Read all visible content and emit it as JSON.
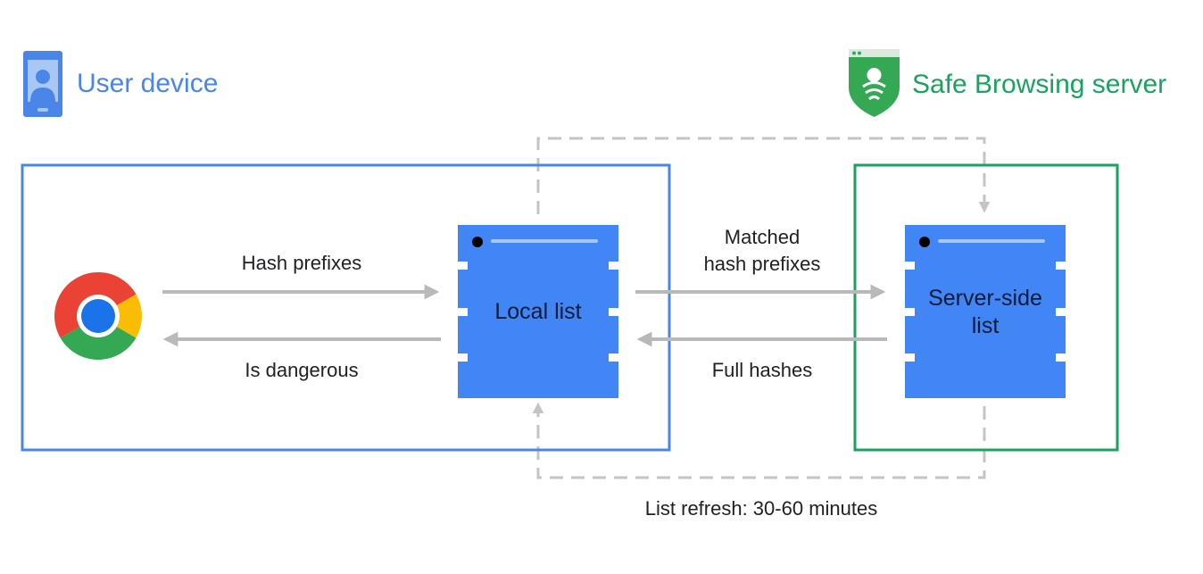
{
  "colors": {
    "device_blue": "#4a86e8",
    "server_green": "#1aa260",
    "list_blue": "#4285f4",
    "arrow_gray": "#b9b9b9",
    "dashed_gray": "#c4c4c4"
  },
  "headers": {
    "user_device": "User device",
    "safe_browsing_server": "Safe Browsing server"
  },
  "icons": {
    "device": "phone-user-icon",
    "server": "shield-user-icon",
    "browser": "chrome-logo-icon"
  },
  "nodes": {
    "local_list": "Local list",
    "server_list_line1": "Server-side",
    "server_list_line2": "list"
  },
  "edges": {
    "hash_prefixes": "Hash prefixes",
    "is_dangerous": "Is dangerous",
    "matched_line1": "Matched",
    "matched_line2": "hash prefixes",
    "full_hashes": "Full hashes",
    "list_refresh": "List refresh: 30-60 minutes"
  }
}
